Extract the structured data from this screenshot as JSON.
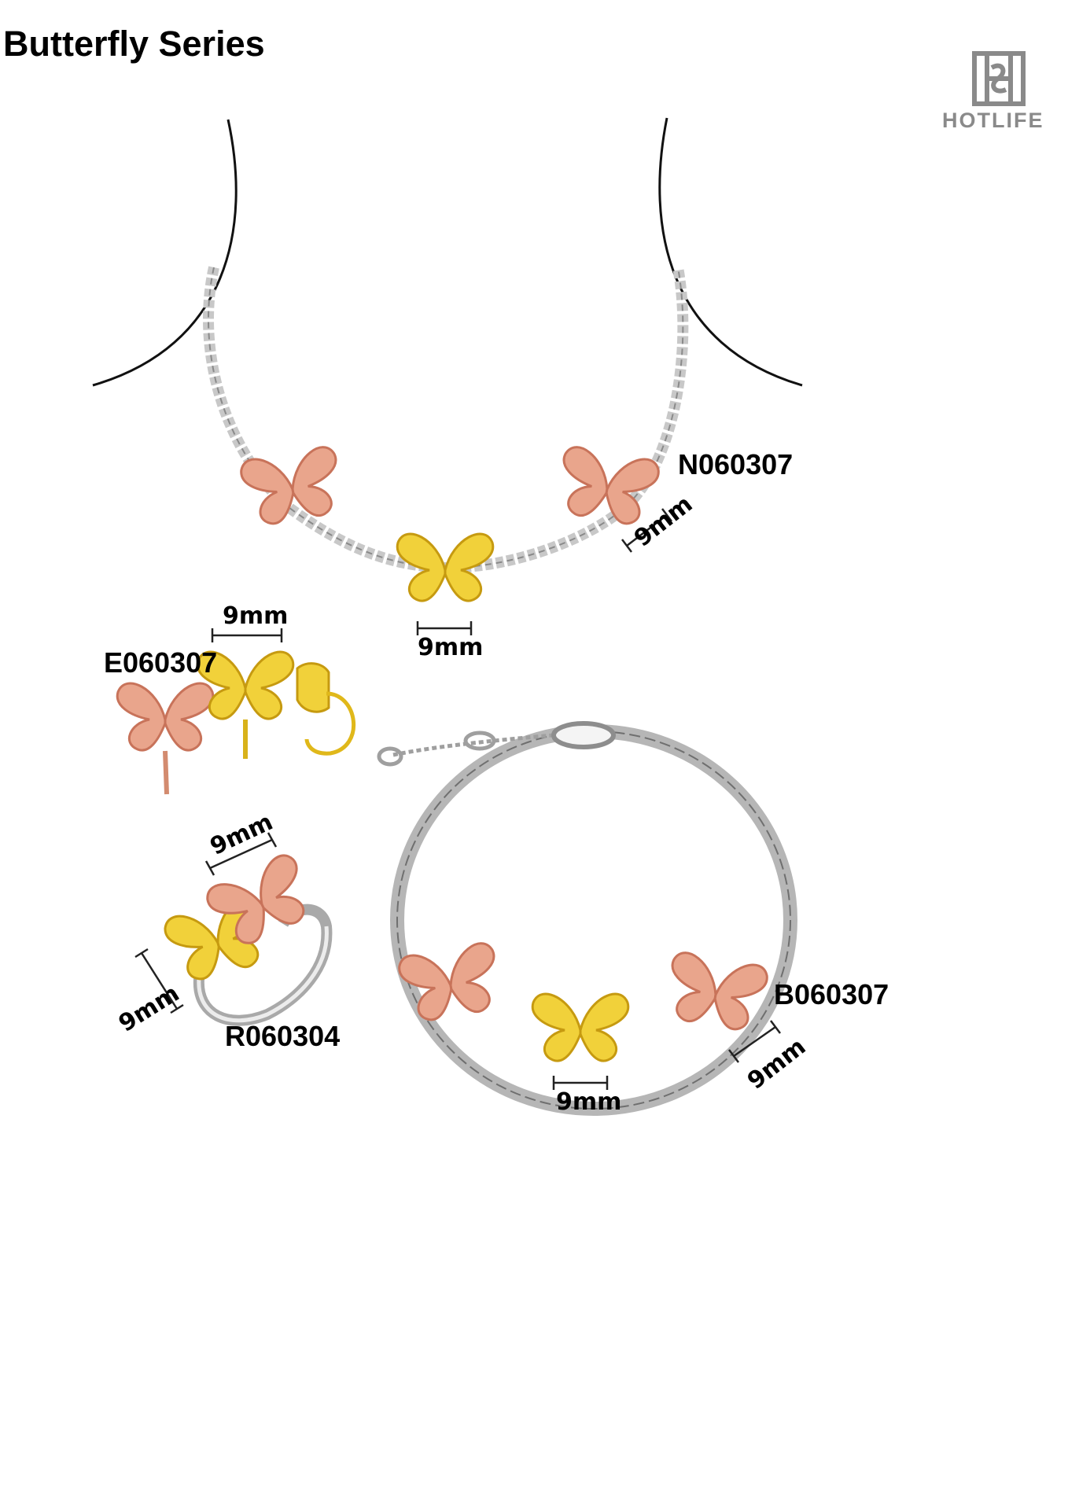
{
  "page": {
    "title": "Butterfly Series"
  },
  "brand": {
    "name": "HOTLIFE",
    "logo_icon": "hotlife-h-logo"
  },
  "colors": {
    "silver": "#b9b9b9",
    "gold": "#e8c21a",
    "rose": "#e79a80",
    "black": "#000000"
  },
  "products": [
    {
      "code": "N060307",
      "type": "necklace",
      "dimension": "9mm",
      "pendant_dimension": "9mm"
    },
    {
      "code": "E060307",
      "type": "earrings",
      "dimension": "9mm"
    },
    {
      "code": "R060304",
      "type": "ring",
      "dimension_top": "9mm",
      "dimension_side": "9mm"
    },
    {
      "code": "B060307",
      "type": "bracelet",
      "dimension_side": "9mm",
      "dimension_center": "9mm"
    }
  ]
}
